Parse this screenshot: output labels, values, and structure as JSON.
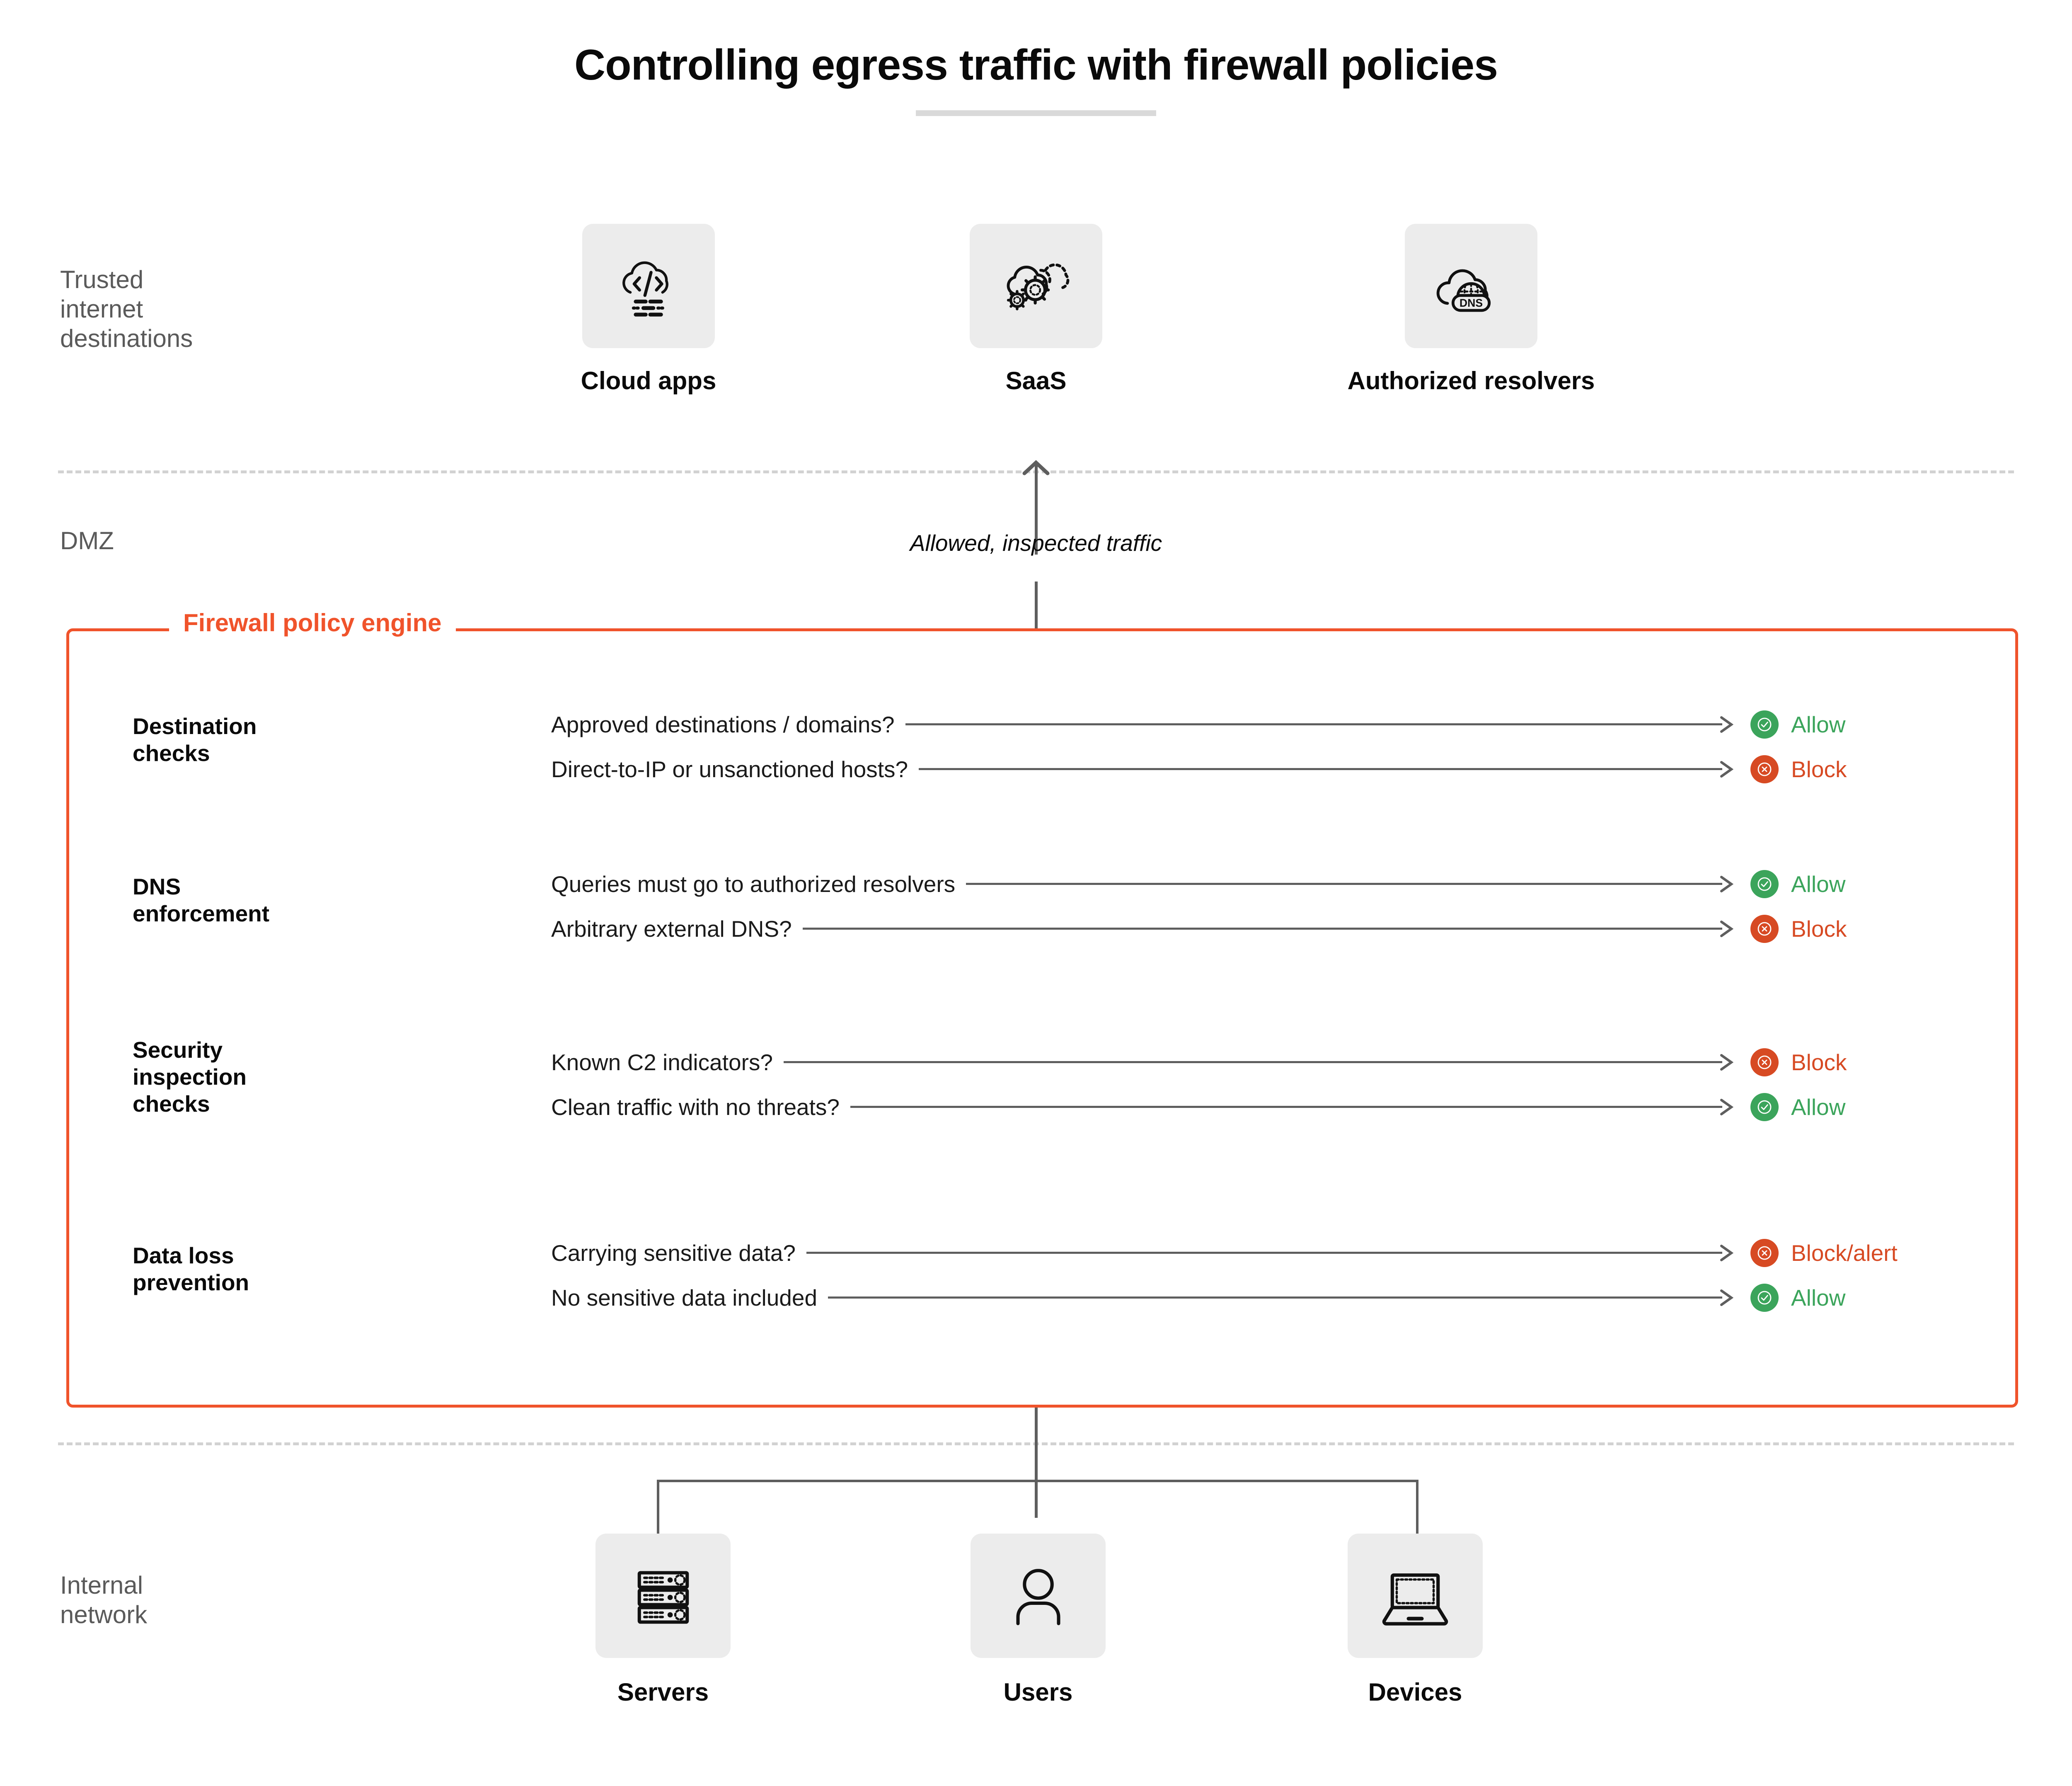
{
  "title": "Controlling egress traffic with firewall policies",
  "colors": {
    "accent_orange": "#F0532B",
    "allow_green": "#3BA45B",
    "block_red": "#D74A23",
    "zone_label_gray": "#5A5A5A",
    "tile_gray": "#ECECEC",
    "connector_gray": "#5E5E5E"
  },
  "zones": {
    "trusted": "Trusted\ninternet\ndestinations",
    "dmz": "DMZ",
    "internal": "Internal\nnetwork"
  },
  "destinations": [
    {
      "label": "Cloud apps",
      "icon": "cloud-code-icon"
    },
    {
      "label": "SaaS",
      "icon": "cloud-gears-icon"
    },
    {
      "label": "Authorized resolvers",
      "icon": "cloud-dns-icon"
    }
  ],
  "flow": {
    "allowed_traffic_label": "Allowed, inspected traffic"
  },
  "firewall": {
    "box_title": "Firewall policy engine",
    "groups": [
      {
        "title": "Destination\nchecks",
        "rules": [
          {
            "condition": "Approved destinations / domains?",
            "outcome": "Allow",
            "verdict": "allow"
          },
          {
            "condition": "Direct-to-IP or unsanctioned hosts?",
            "outcome": "Block",
            "verdict": "block"
          }
        ]
      },
      {
        "title": "DNS\nenforcement",
        "rules": [
          {
            "condition": "Queries must go to authorized resolvers",
            "outcome": "Allow",
            "verdict": "allow"
          },
          {
            "condition": "Arbitrary external DNS?",
            "outcome": "Block",
            "verdict": "block"
          }
        ]
      },
      {
        "title": "Security\ninspection\nchecks",
        "rules": [
          {
            "condition": "Known C2 indicators?",
            "outcome": "Block",
            "verdict": "block"
          },
          {
            "condition": "Clean traffic with no threats?",
            "outcome": "Allow",
            "verdict": "allow"
          }
        ]
      },
      {
        "title": "Data loss\nprevention",
        "rules": [
          {
            "condition": "Carrying sensitive data?",
            "outcome": "Block/alert",
            "verdict": "block"
          },
          {
            "condition": "No sensitive data included",
            "outcome": "Allow",
            "verdict": "allow"
          }
        ]
      }
    ]
  },
  "internal_nodes": [
    {
      "label": "Servers",
      "icon": "server-rack-icon"
    },
    {
      "label": "Users",
      "icon": "user-person-icon"
    },
    {
      "label": "Devices",
      "icon": "laptop-icon"
    }
  ]
}
